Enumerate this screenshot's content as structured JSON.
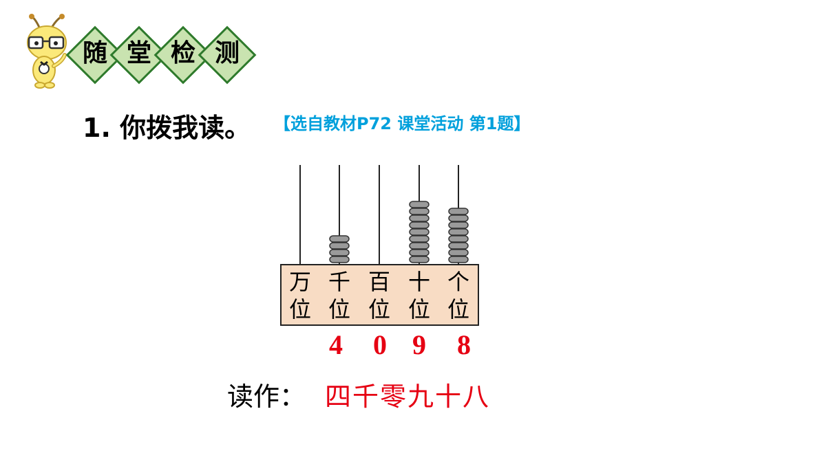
{
  "header": {
    "banner_chars": [
      "随",
      "堂",
      "检",
      "测"
    ]
  },
  "question": {
    "text": "1. 你拨我读。",
    "source": "【选自教材P72 课堂活动 第1题】"
  },
  "abacus": {
    "places": [
      {
        "top": "万",
        "bottom": "位",
        "beads": 0
      },
      {
        "top": "千",
        "bottom": "位",
        "beads": 4
      },
      {
        "top": "百",
        "bottom": "位",
        "beads": 0
      },
      {
        "top": "十",
        "bottom": "位",
        "beads": 9
      },
      {
        "top": "个",
        "bottom": "位",
        "beads": 8
      }
    ],
    "digits": [
      "4",
      "0",
      "9",
      "8"
    ]
  },
  "reading": {
    "label": "读作：",
    "answer": "四千零九十八"
  },
  "colors": {
    "answer_red": "#e60012",
    "source_blue": "#00a0dc",
    "banner_green": "#2e7a2c",
    "banner_fill": "#c9e3b0",
    "base_fill": "#f8dcc4",
    "bead_gray": "#9a9a9a"
  }
}
